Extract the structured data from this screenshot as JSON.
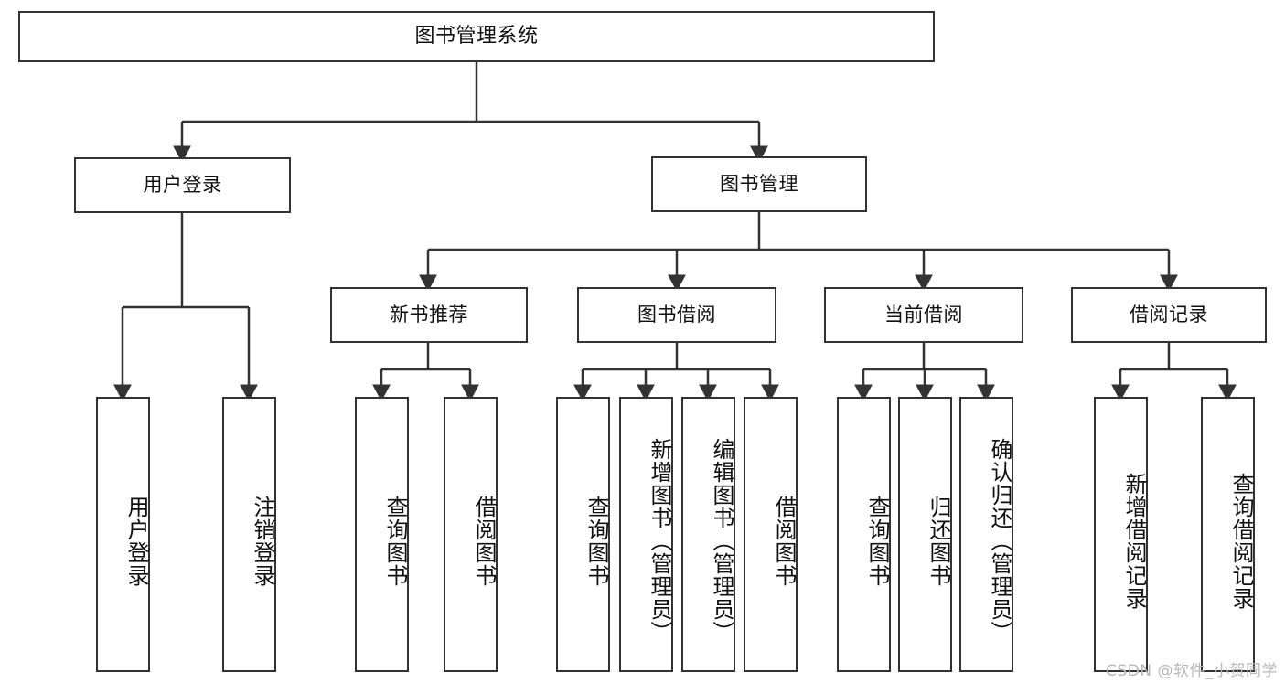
{
  "diagram": {
    "type": "hierarchy-tree",
    "title": "图书管理系统",
    "watermark": "CSDN @软件_小贺同学",
    "colors": {
      "node_border": "#333333",
      "node_fill": "#ffffff",
      "edge": "#333333",
      "text": "#111111",
      "watermark": "#b9b9b9",
      "background": "#ffffff"
    },
    "levels": {
      "root": "图书管理系统",
      "level1": [
        "用户登录",
        "图书管理"
      ],
      "level2": [
        "新书推荐",
        "图书借阅",
        "当前借阅",
        "借阅记录"
      ]
    },
    "nodes": {
      "root": {
        "label": "图书管理系统"
      },
      "user_login": {
        "label": "用户登录"
      },
      "book_manage": {
        "label": "图书管理"
      },
      "new_book_rec": {
        "label": "新书推荐"
      },
      "book_borrow": {
        "label": "图书借阅"
      },
      "current_borrow": {
        "label": "当前借阅"
      },
      "borrow_record": {
        "label": "借阅记录"
      },
      "leaf_user_login": {
        "label": "用户登录"
      },
      "leaf_logout": {
        "label": "注销登录"
      },
      "leaf_query_book_1": {
        "label": "查询图书"
      },
      "leaf_borrow_book_1": {
        "label": "借阅图书"
      },
      "leaf_query_book_2": {
        "label": "查询图书"
      },
      "leaf_add_book": {
        "label": "新增图书（管理员）"
      },
      "leaf_edit_book": {
        "label": "编辑图书（管理员）"
      },
      "leaf_borrow_book_2": {
        "label": "借阅图书"
      },
      "leaf_query_book_3": {
        "label": "查询图书"
      },
      "leaf_return_book": {
        "label": "归还图书"
      },
      "leaf_confirm_return": {
        "label": "确认归还（管理员）"
      },
      "leaf_add_record": {
        "label": "新增借阅记录"
      },
      "leaf_query_record": {
        "label": "查询借阅记录"
      }
    },
    "edges": [
      {
        "from": "图书管理系统",
        "to": "用户登录"
      },
      {
        "from": "图书管理系统",
        "to": "图书管理"
      },
      {
        "from": "用户登录",
        "to": "用户登录"
      },
      {
        "from": "用户登录",
        "to": "注销登录"
      },
      {
        "from": "图书管理",
        "to": "新书推荐"
      },
      {
        "from": "图书管理",
        "to": "图书借阅"
      },
      {
        "from": "图书管理",
        "to": "当前借阅"
      },
      {
        "from": "图书管理",
        "to": "借阅记录"
      },
      {
        "from": "新书推荐",
        "to": "查询图书"
      },
      {
        "from": "新书推荐",
        "to": "借阅图书"
      },
      {
        "from": "图书借阅",
        "to": "查询图书"
      },
      {
        "from": "图书借阅",
        "to": "新增图书（管理员）"
      },
      {
        "from": "图书借阅",
        "to": "编辑图书（管理员）"
      },
      {
        "from": "图书借阅",
        "to": "借阅图书"
      },
      {
        "from": "当前借阅",
        "to": "查询图书"
      },
      {
        "from": "当前借阅",
        "to": "归还图书"
      },
      {
        "from": "当前借阅",
        "to": "确认归还（管理员）"
      },
      {
        "from": "借阅记录",
        "to": "新增借阅记录"
      },
      {
        "from": "借阅记录",
        "to": "查询借阅记录"
      }
    ]
  }
}
